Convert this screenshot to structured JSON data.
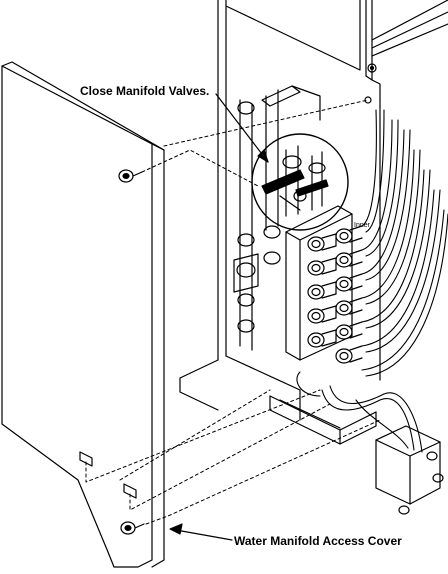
{
  "callouts": {
    "valves": "Close Manifold Valves.",
    "cover": "Water Manifold Access Cover"
  },
  "inner_tag": "Inner",
  "colors": {
    "ink": "#000000",
    "paper": "#ffffff"
  }
}
